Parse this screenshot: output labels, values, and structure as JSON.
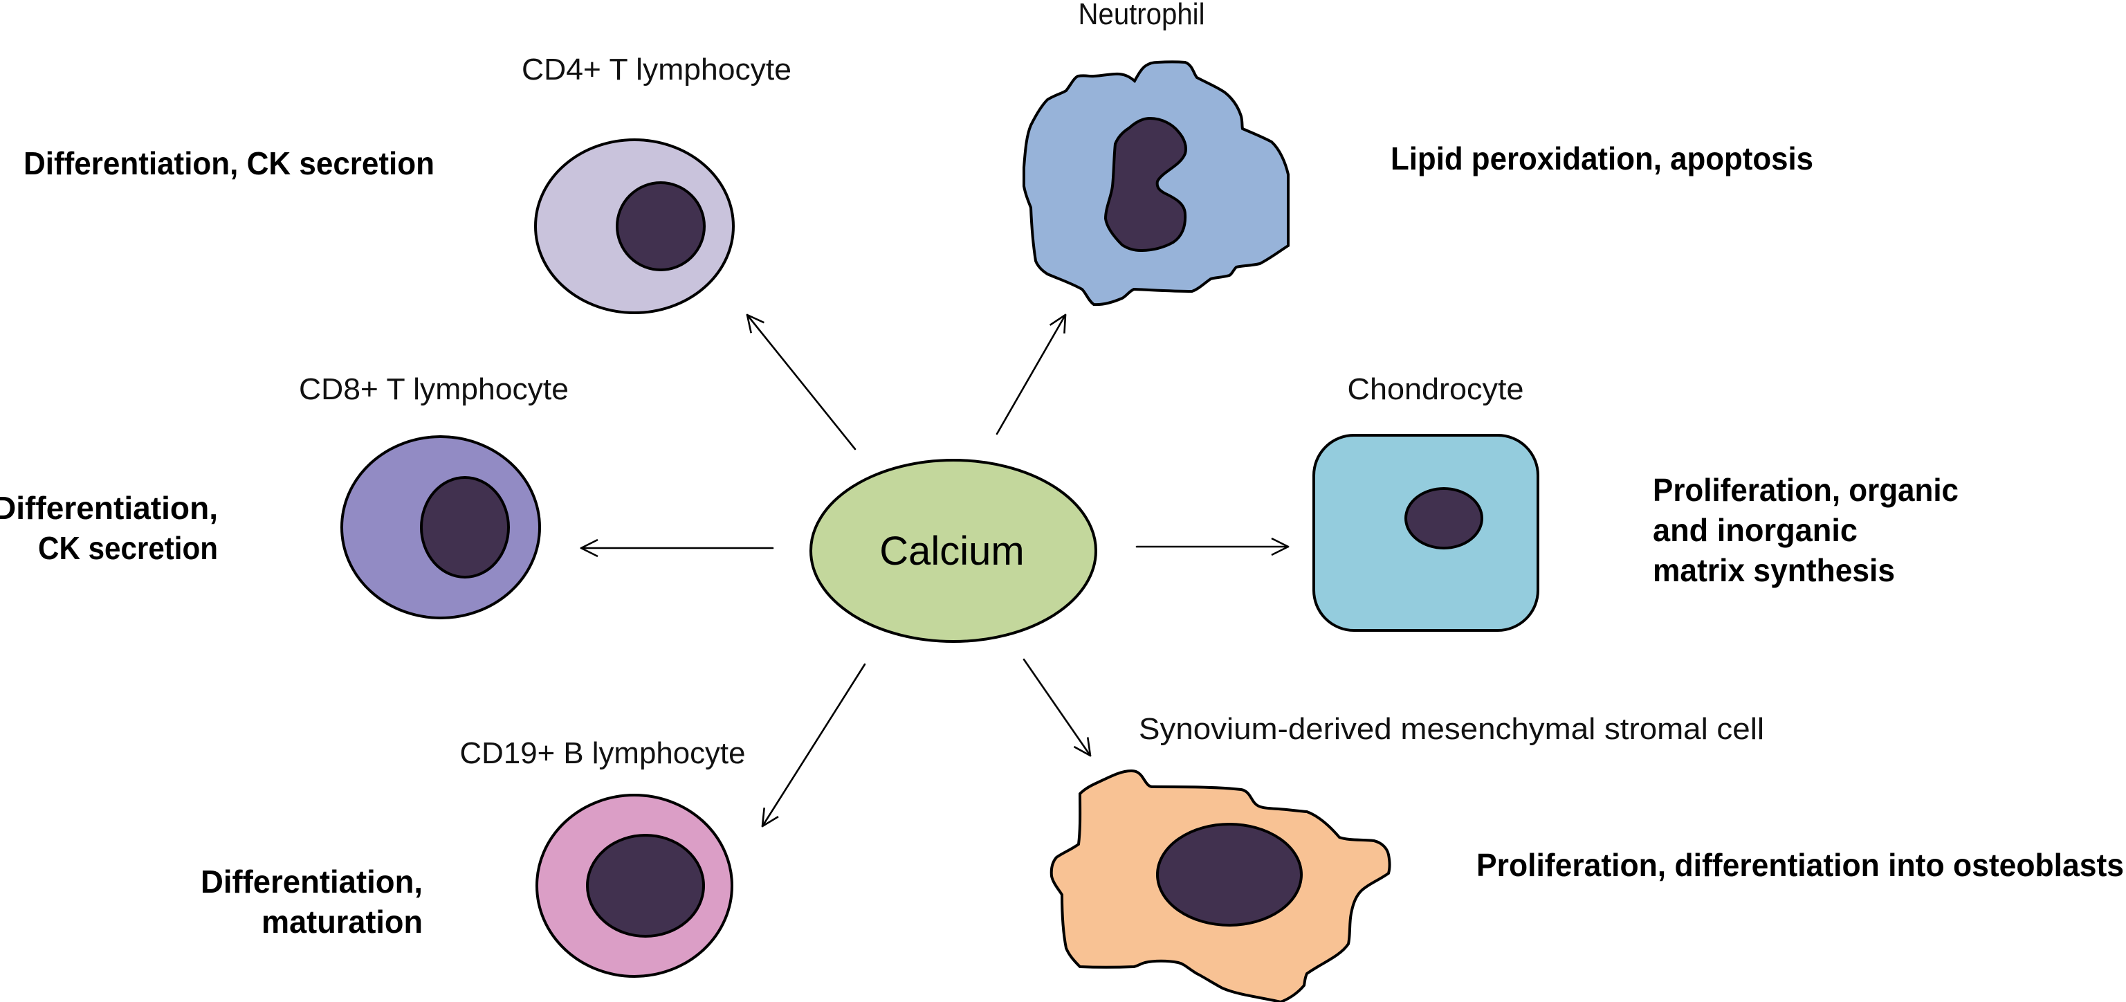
{
  "diagram": {
    "center": {
      "label": "Calcium",
      "color": "#C3D79C"
    },
    "nucleus_color": "#41314F",
    "cells": [
      {
        "id": "cd4",
        "label": "CD4+ T lymphocyte",
        "color": "#C9C3DC",
        "effect_lines": [
          "Differentiation, CK secretion"
        ]
      },
      {
        "id": "neutrophil",
        "label": "Neutrophil",
        "color": "#97B3D9",
        "effect_lines": [
          "Lipid peroxidation, apoptosis"
        ]
      },
      {
        "id": "cd8",
        "label": "CD8+ T lymphocyte",
        "color": "#928BC4",
        "effect_lines": [
          "Differentiation,",
          "CK secretion"
        ]
      },
      {
        "id": "chondrocyte",
        "label": "Chondrocyte",
        "color": "#94CCDD",
        "effect_lines": [
          "Proliferation, organic",
          "and inorganic",
          "matrix synthesis"
        ]
      },
      {
        "id": "cd19",
        "label": "CD19+ B lymphocyte",
        "color": "#DB9EC6",
        "effect_lines": [
          "Differentiation,",
          "maturation"
        ]
      },
      {
        "id": "msc",
        "label": "Synovium-derived mesenchymal stromal cell",
        "color": "#F8C294",
        "effect_lines": [
          "Proliferation, differentiation into osteoblasts"
        ]
      }
    ]
  }
}
